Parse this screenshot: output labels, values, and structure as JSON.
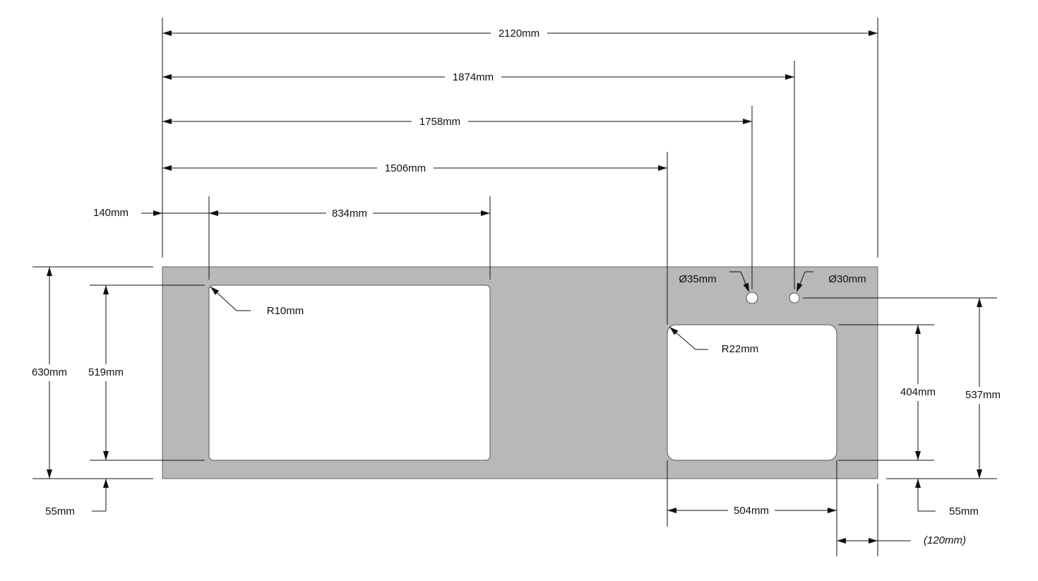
{
  "dimensions": {
    "overall_length": "2120mm",
    "to_hole_30": "1874mm",
    "to_hole_35": "1758mm",
    "to_sink_2": "1506mm",
    "left_margin": "140mm",
    "sink_1_width": "834mm",
    "sink_2_width": "504mm",
    "right_margin": "(120mm)",
    "overall_depth": "630mm",
    "sink_1_depth": "519mm",
    "sink_1_front_margin": "55mm",
    "sink_2_depth": "404mm",
    "hole_to_front": "537mm",
    "sink_2_front_margin": "55mm",
    "sink_1_radius": "R10mm",
    "sink_2_radius": "R22mm",
    "hole_35": "Ø35mm",
    "hole_30": "Ø30mm"
  },
  "colors": {
    "slab": "#b8b8b8",
    "cutout": "#ffffff",
    "line": "#111111"
  }
}
